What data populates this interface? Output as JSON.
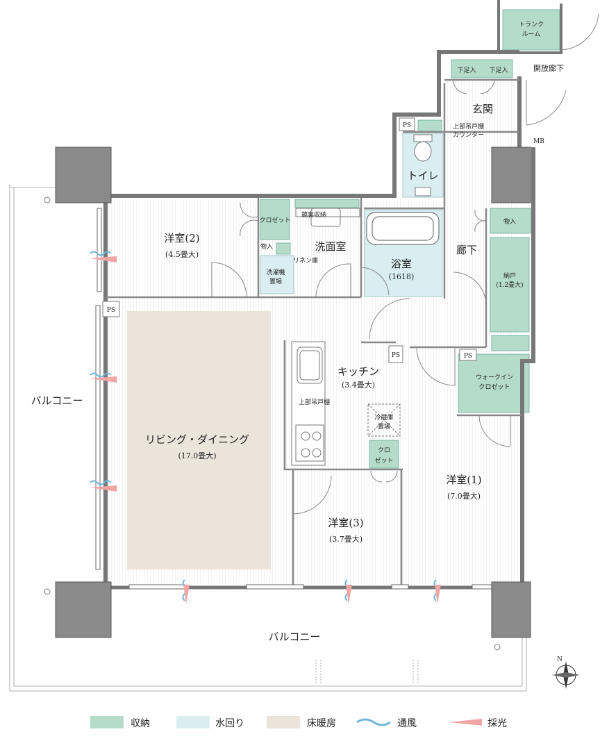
{
  "labels": {
    "trunk_room_l1": "トランク",
    "trunk_room_l2": "ルーム",
    "open_corridor": "開放廊下",
    "shoe1": "下足入",
    "shoe2": "下足入",
    "entrance": "玄関",
    "counter_l1": "上部吊戸棚",
    "counter_l2": "カウンター",
    "ps1": "PS",
    "mb": "MB",
    "toilet": "トイレ",
    "western2": "洋室(2)",
    "western2_size": "(4.5畳大)",
    "closet2": "クロゼット",
    "mirror_storage": "鏡裏収納",
    "storage_small": "物入",
    "linen": "リネン庫",
    "washroom": "洗面室",
    "washer_l1": "洗濯機",
    "washer_l2": "置場",
    "bath": "浴室",
    "bath_size": "(1618)",
    "hallway": "廊下",
    "storage_hall": "物入",
    "nando": "納戸",
    "nando_size": "(1.2畳大)",
    "ps2": "PS",
    "ps3": "PS",
    "ps4": "PS",
    "kitchen": "キッチン",
    "kitchen_size": "(3.4畳大)",
    "upper_cabinet": "上部吊戸棚",
    "fridge_l1": "冷蔵庫",
    "fridge_l2": "置場",
    "closet3_l1": "クロ",
    "closet3_l2": "ゼット",
    "wic_l1": "ウォークイン",
    "wic_l2": "クロゼット",
    "living": "リビング・ダイニング",
    "living_size": "(17.0畳大)",
    "western1": "洋室(1)",
    "western1_size": "(7.0畳大)",
    "western3": "洋室(3)",
    "western3_size": "(3.7畳大)",
    "balcony_left": "バルコニー",
    "balcony_bottom": "バルコニー",
    "north": "N"
  },
  "legend": [
    {
      "label": "収納",
      "color": "#b5dccb"
    },
    {
      "label": "水回り",
      "color": "#daeef2"
    },
    {
      "label": "床暖房",
      "color": "#ebe4d8"
    },
    {
      "label": "通風",
      "color": "#6fb7d9"
    },
    {
      "label": "採光",
      "color": "#f2a5a5"
    }
  ],
  "colors": {
    "storage": "#b5dccb",
    "water": "#daeef2",
    "floor_heating": "#ebe4d8",
    "wall": "#7a7a7a",
    "column": "#8a8a8a",
    "wind": "#6fb7d9",
    "light": "#f2a5a5"
  }
}
